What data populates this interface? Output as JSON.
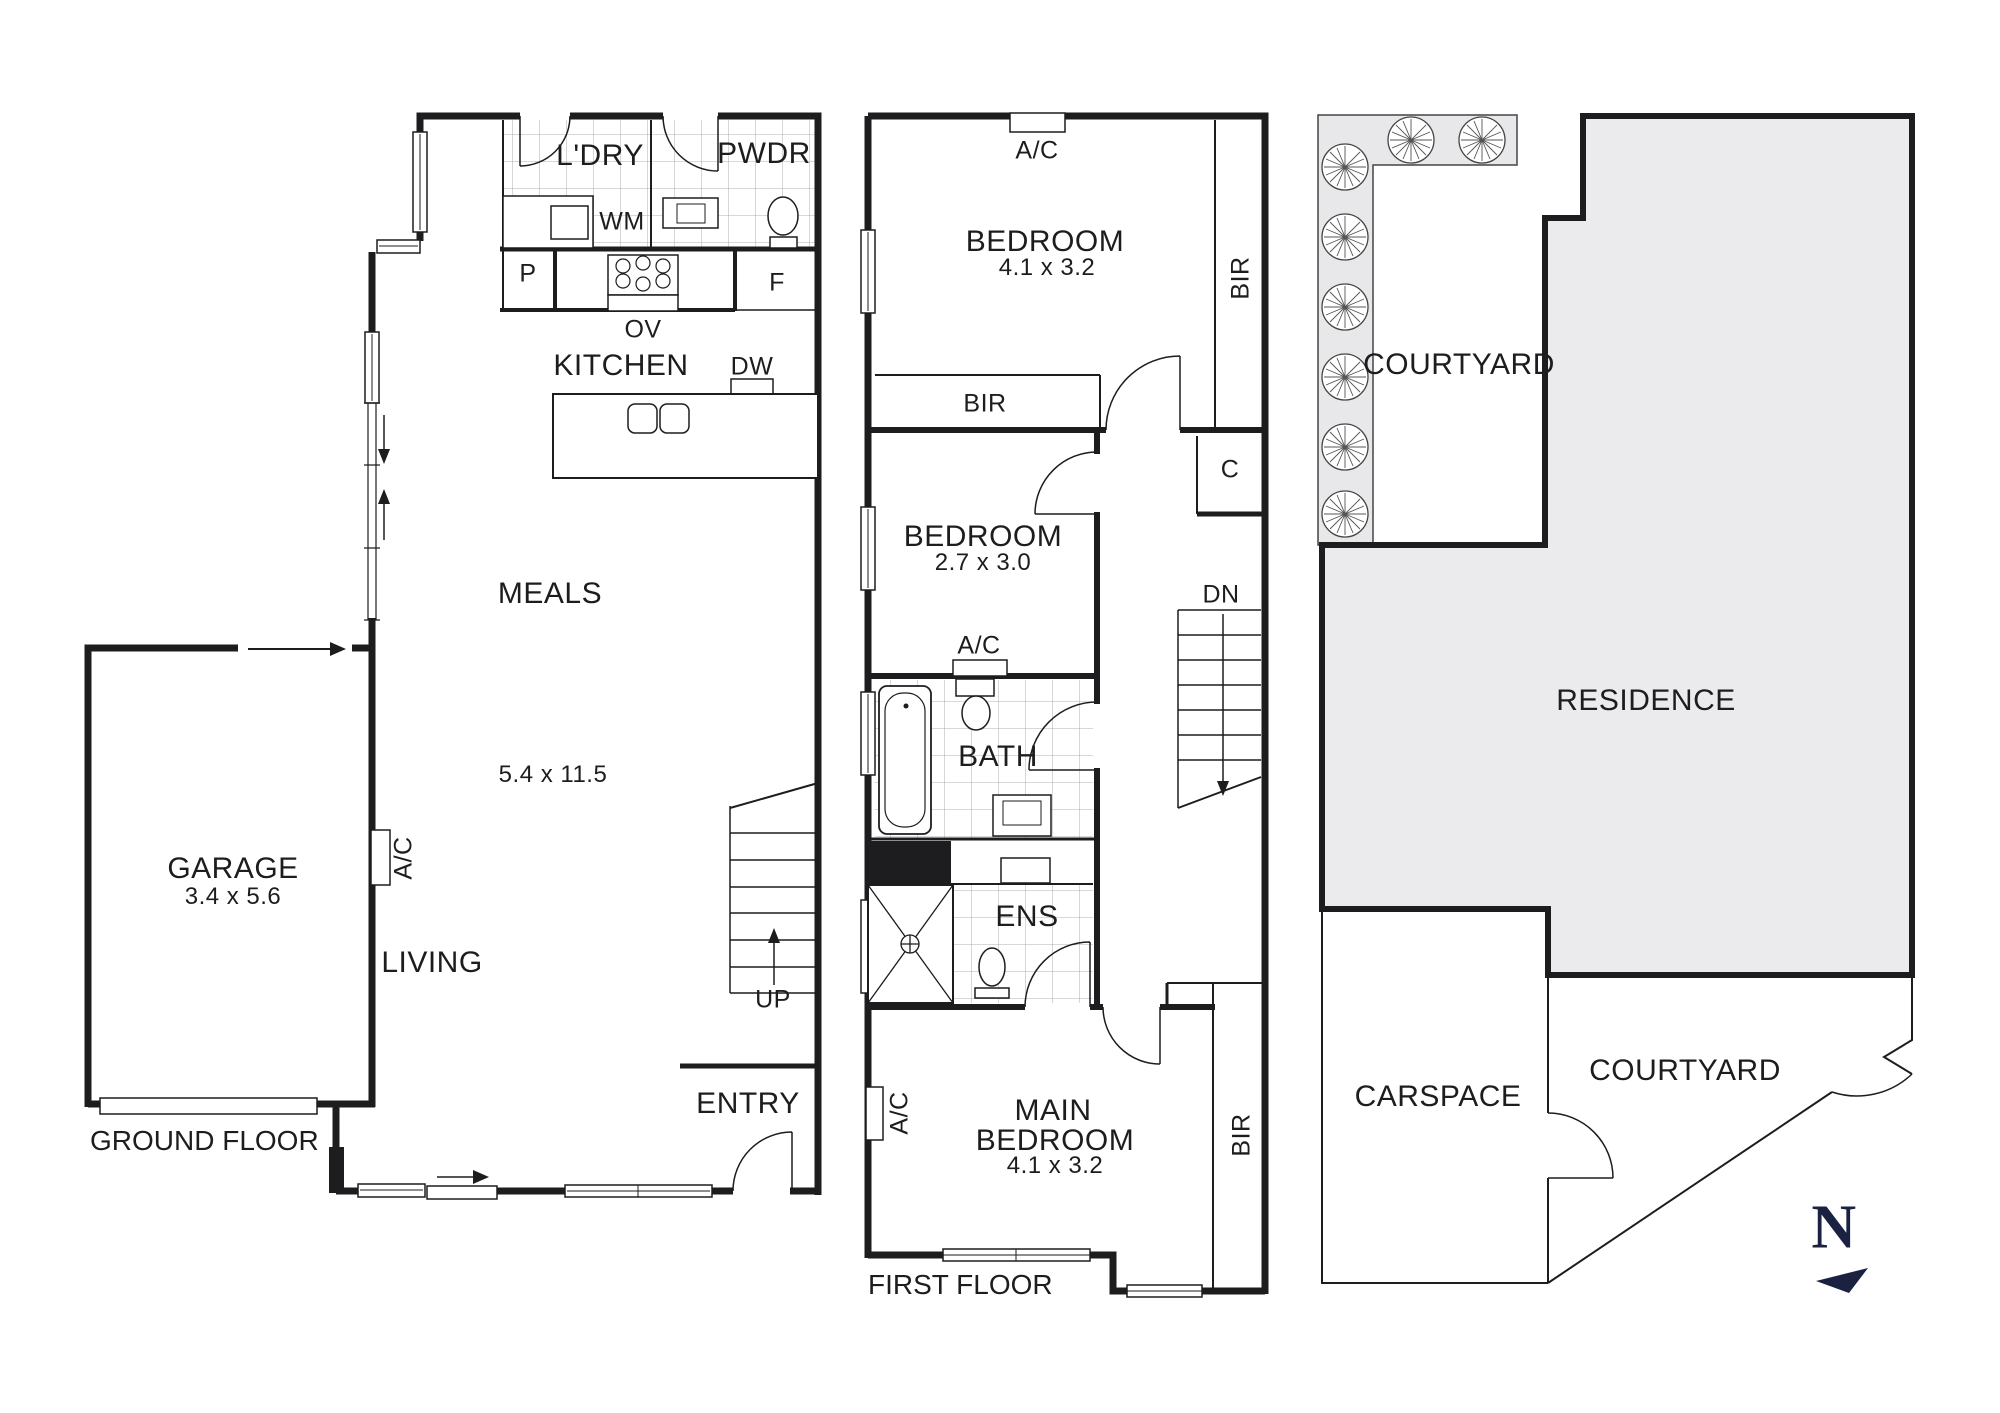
{
  "gf": {
    "floor": "GROUND FLOOR",
    "garage": "GARAGE",
    "garage_dims": "3.4 x 5.6",
    "meals": "MEALS",
    "living": "LIVING",
    "living_dims": "5.4 x 11.5",
    "kitchen": "KITCHEN",
    "laundry": "L'DRY",
    "powder": "PWDR",
    "entry": "ENTRY",
    "wm": "WM",
    "pantry": "P",
    "oven": "OV",
    "fridge": "F",
    "dishwasher": "DW",
    "ac": "A/C",
    "up": "UP"
  },
  "ff": {
    "floor": "FIRST FLOOR",
    "bed1": "BEDROOM",
    "bed1_dims": "4.1 x 3.2",
    "bed2": "BEDROOM",
    "bed2_dims": "2.7 x 3.0",
    "main1": "MAIN",
    "main2": "BEDROOM",
    "main_dims": "4.1 x 3.2",
    "bath": "BATH",
    "ens": "ENS",
    "bir": "BIR",
    "closet": "C",
    "dn": "DN",
    "ac": "A/C"
  },
  "site": {
    "courtyard": "COURTYARD",
    "residence": "RESIDENCE",
    "carspace": "CARSPACE",
    "courtyard2": "COURTYARD",
    "north": "N"
  },
  "colors": {
    "line": "#1d1d1f",
    "tile_line": "#999999",
    "residence_fill": "#ebebed",
    "strip_fill": "#e8e8ea",
    "compass": "#1b2140"
  }
}
